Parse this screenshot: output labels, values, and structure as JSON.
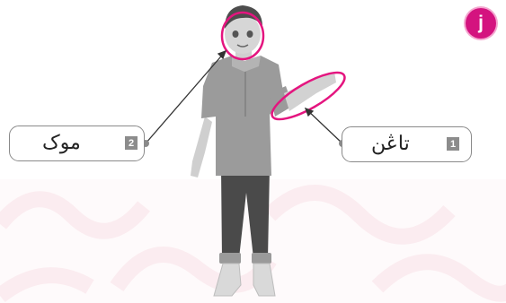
{
  "badge": {
    "letter": "j",
    "color": "#d4137f"
  },
  "labels": [
    {
      "number": "1",
      "word": "تاڠن"
    },
    {
      "number": "2",
      "word": "موک"
    }
  ],
  "colors": {
    "highlight": "#e4157f",
    "connector": "#333333",
    "background_pattern": "#fbecef"
  }
}
